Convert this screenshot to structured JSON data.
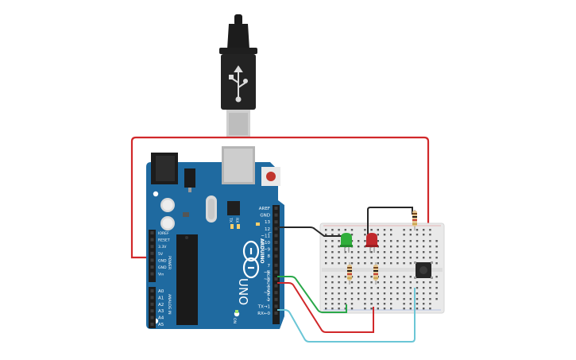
{
  "board": {
    "brand_small": "ARDUINO",
    "brand_large": "UNO",
    "digital_header_label": "DIGITAL (PWM~)",
    "power_header_label": "POWER",
    "analog_header_label": "ANALOG IN",
    "tx_label": "TX",
    "rx_label": "RX",
    "on_label": "ON",
    "l_label": "L",
    "digital_pins": [
      "AREF",
      "GND",
      "13",
      "12",
      "~11",
      "~10",
      "~9",
      "8",
      "7",
      "~6",
      "~5",
      "4",
      "~3",
      "2",
      "TX→1",
      "RX←0"
    ],
    "power_pins": [
      "IOREF",
      "RESET",
      "3.3V",
      "5V",
      "GND",
      "GND",
      "Vin"
    ],
    "analog_pins": [
      "A0",
      "A1",
      "A2",
      "A3",
      "A4",
      "A5"
    ]
  },
  "components": {
    "usb_cable": "usb-b-cable",
    "led_green": "#2fae3a",
    "led_red": "#c0282c",
    "button": "pushbutton"
  },
  "colors": {
    "board": "#1f6aa0",
    "wire_red": "#d1282a",
    "wire_green": "#2aa84a",
    "wire_black": "#262626",
    "wire_cyan": "#6bc6d6",
    "breadboard": "#e9e9e9"
  }
}
